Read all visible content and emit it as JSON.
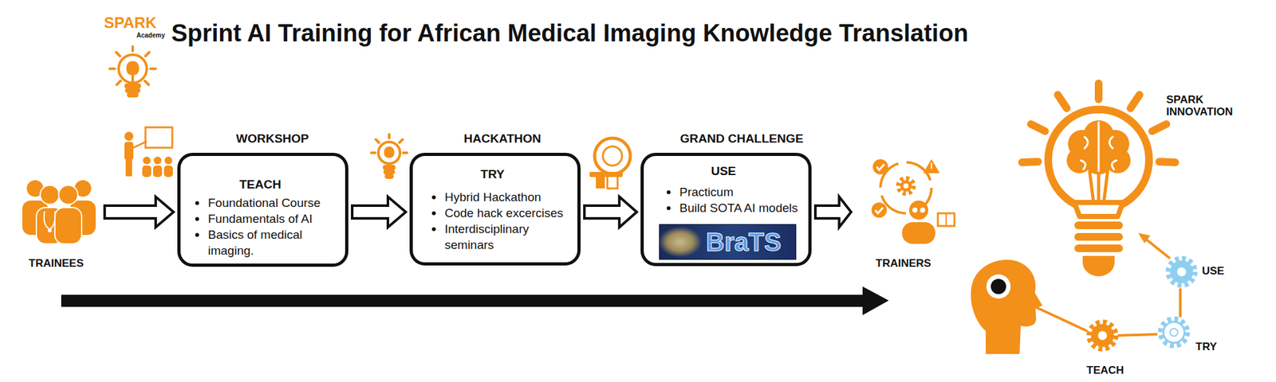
{
  "diagram": {
    "title": "Sprint AI Training for African Medical Imaging Knowledge Translation",
    "nodes": [
      {
        "text": [
          "TRAINEES"
        ]
      },
      {
        "text": [
          "WORKSHOP",
          "TEACH",
          "Foundational Course",
          "Fundamentals of AI",
          "Basics of medical imaging."
        ]
      },
      {
        "text": [
          "HACKATHON",
          "TRY",
          "Hybrid Hackathon",
          "Code hack excercises",
          "Interdisciplinary seminars"
        ]
      },
      {
        "text": [
          "GRAND CHALLENGE",
          "USE",
          "Practicum",
          "Build SOTA AI models"
        ]
      },
      {
        "text": [
          "BraTS"
        ],
        "in": 3
      },
      {
        "text": [
          "TRAINERS"
        ]
      }
    ],
    "edges": [
      {
        "from": 0,
        "to": 1,
        "arrow": "to"
      },
      {
        "from": 1,
        "to": 2,
        "arrow": "to"
      },
      {
        "from": 2,
        "to": 3,
        "arrow": "to"
      },
      {
        "from": 3,
        "to": 5,
        "arrow": "to"
      }
    ],
    "labels": [
      "SPARK",
      "Academy",
      "SPARK INNOVATION",
      "USE",
      "TRY",
      "TEACH"
    ]
  }
}
